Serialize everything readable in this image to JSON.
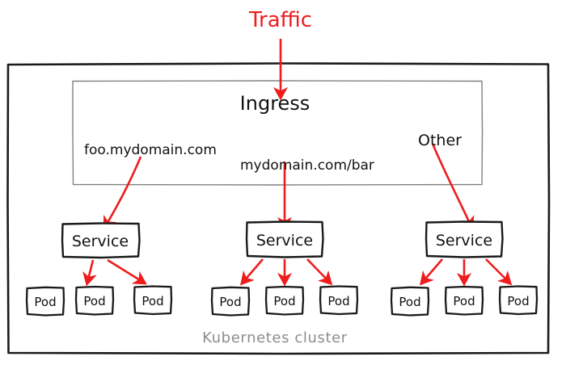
{
  "diagram": {
    "title_label": "Traffic",
    "cluster_label": "Kubernetes cluster",
    "ingress_label": "Ingress",
    "colors": {
      "arrow_red": "#ee1c1c",
      "box_black": "#1a1a1a",
      "ingress_border": "#808080",
      "cluster_text": "#8c8c8c",
      "background": "#ffffff"
    },
    "rules": [
      {
        "id": "rule-foo",
        "label": "foo.mydomain.com"
      },
      {
        "id": "rule-bar",
        "label": "mydomain.com/bar"
      },
      {
        "id": "rule-other",
        "label": "Other"
      }
    ],
    "services": [
      {
        "id": "service-1",
        "label": "Service",
        "pods": [
          {
            "id": "pod-1-1",
            "label": "Pod",
            "has_arrow": false
          },
          {
            "id": "pod-1-2",
            "label": "Pod",
            "has_arrow": true
          },
          {
            "id": "pod-1-3",
            "label": "Pod",
            "has_arrow": true
          }
        ]
      },
      {
        "id": "service-2",
        "label": "Service",
        "pods": [
          {
            "id": "pod-2-1",
            "label": "Pod",
            "has_arrow": true
          },
          {
            "id": "pod-2-2",
            "label": "Pod",
            "has_arrow": true
          },
          {
            "id": "pod-2-3",
            "label": "Pod",
            "has_arrow": true
          }
        ]
      },
      {
        "id": "service-3",
        "label": "Service",
        "pods": [
          {
            "id": "pod-3-1",
            "label": "Pod",
            "has_arrow": true
          },
          {
            "id": "pod-3-2",
            "label": "Pod",
            "has_arrow": true
          },
          {
            "id": "pod-3-3",
            "label": "Pod",
            "has_arrow": true
          }
        ]
      }
    ]
  }
}
